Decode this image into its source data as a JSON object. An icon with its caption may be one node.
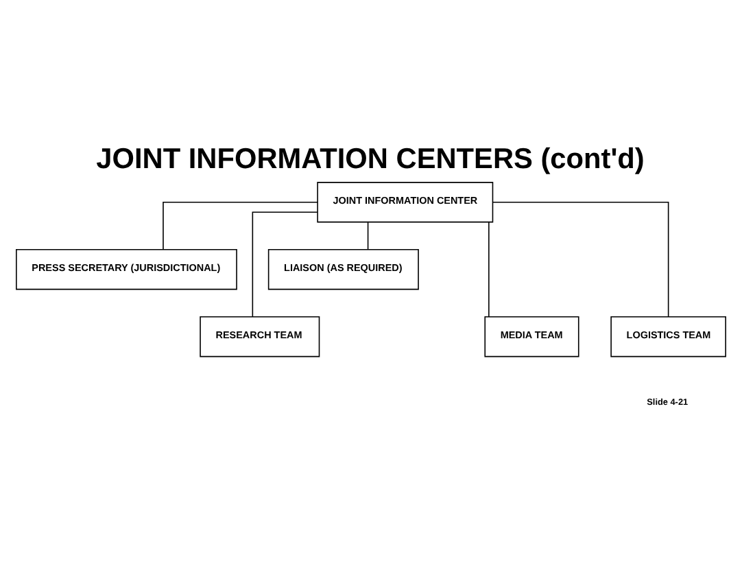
{
  "diagram": {
    "title": "JOINT INFORMATION CENTERS (cont'd)",
    "nodes": [
      {
        "text": [
          "JOINT INFORMATION CENTER"
        ]
      },
      {
        "text": [
          "PRESS SECRETARY (JURISDICTIONAL)"
        ]
      },
      {
        "text": [
          "LIAISON (AS REQUIRED)"
        ]
      },
      {
        "text": [
          "RESEARCH TEAM"
        ]
      },
      {
        "text": [
          "MEDIA TEAM"
        ]
      },
      {
        "text": [
          "LOGISTICS TEAM"
        ]
      }
    ],
    "edges": [
      {
        "from": 0,
        "to": 1,
        "arrow": "none"
      },
      {
        "from": 0,
        "to": 2,
        "arrow": "none"
      },
      {
        "from": 0,
        "to": 3,
        "arrow": "none"
      },
      {
        "from": 0,
        "to": 4,
        "arrow": "none"
      },
      {
        "from": 0,
        "to": 5,
        "arrow": "none"
      }
    ],
    "labels": [
      "Slide 4-21"
    ]
  }
}
